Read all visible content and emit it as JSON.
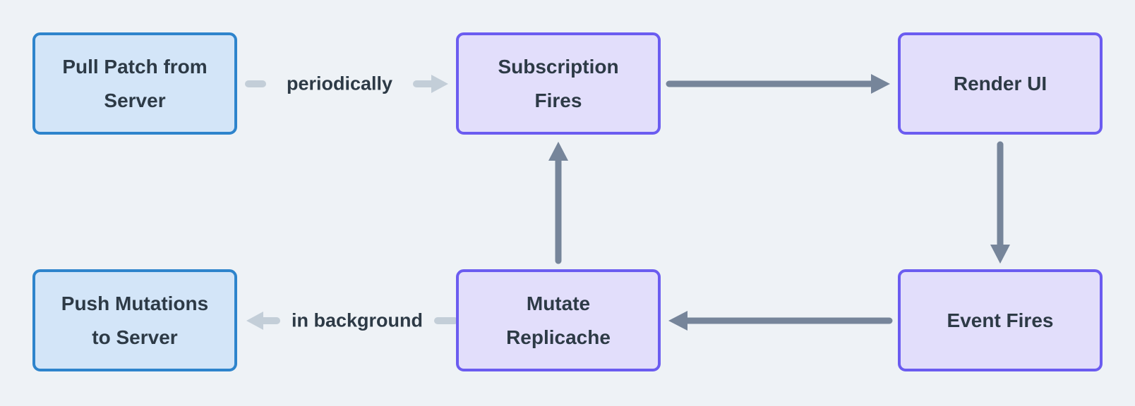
{
  "diagram": {
    "background": "#eef2f6",
    "nodes": [
      {
        "id": "pull-patch-from-server",
        "label": "Pull Patch from\nServer",
        "kind": "server-sync",
        "fill": "#d3e5f8",
        "border": "#2e84cc"
      },
      {
        "id": "subscription-fires",
        "label": "Subscription\nFires",
        "kind": "client-loop",
        "fill": "#e2defb",
        "border": "#6b5cf0"
      },
      {
        "id": "render-ui",
        "label": "Render UI",
        "kind": "client-loop",
        "fill": "#e2defb",
        "border": "#6b5cf0"
      },
      {
        "id": "push-mutations-to-server",
        "label": "Push Mutations\nto Server",
        "kind": "server-sync",
        "fill": "#d3e5f8",
        "border": "#2e84cc"
      },
      {
        "id": "mutate-replicache",
        "label": "Mutate\nReplicache",
        "kind": "client-loop",
        "fill": "#e2defb",
        "border": "#6b5cf0"
      },
      {
        "id": "event-fires",
        "label": "Event Fires",
        "kind": "client-loop",
        "fill": "#e2defb",
        "border": "#6b5cf0"
      }
    ],
    "edges": [
      {
        "from": "subscription-fires",
        "to": "render-ui",
        "style": "solid-dark",
        "label": ""
      },
      {
        "from": "render-ui",
        "to": "event-fires",
        "style": "solid-dark",
        "label": ""
      },
      {
        "from": "event-fires",
        "to": "mutate-replicache",
        "style": "solid-dark",
        "label": ""
      },
      {
        "from": "mutate-replicache",
        "to": "subscription-fires",
        "style": "solid-dark",
        "label": ""
      },
      {
        "from": "pull-patch-from-server",
        "to": "subscription-fires",
        "style": "solid-light",
        "label": "periodically"
      },
      {
        "from": "mutate-replicache",
        "to": "push-mutations-to-server",
        "style": "solid-light",
        "label": "in background"
      }
    ],
    "colors": {
      "arrow_dark": "#76859a",
      "arrow_light": "#c3ced8",
      "text": "#2d3a46"
    }
  }
}
